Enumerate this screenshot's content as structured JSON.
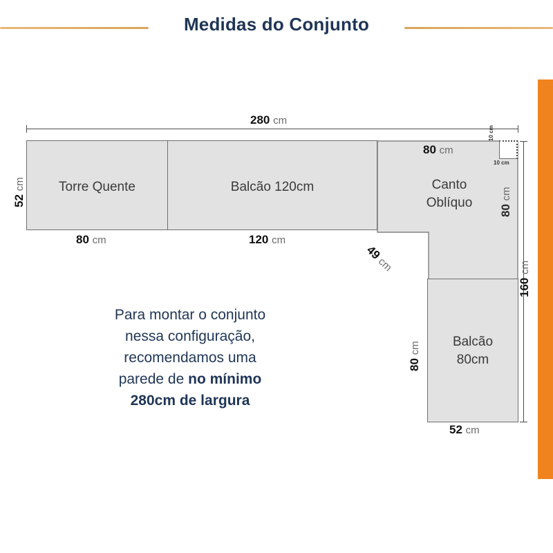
{
  "header": {
    "title": "Medidas do Conjunto",
    "rule_color": "#d9a45c",
    "title_color": "#1f3557"
  },
  "accent": {
    "side_bar_color": "#f0831e"
  },
  "diagram": {
    "unit": "cm",
    "pieces": [
      {
        "id": "torre-quente",
        "label": "Torre Quente",
        "width_cm": 80,
        "depth_cm": 52
      },
      {
        "id": "balcao-120",
        "label": "Balcão 120cm",
        "width_cm": 120,
        "depth_cm": 52
      },
      {
        "id": "canto-obliquo",
        "label_line1": "Canto",
        "label_line2": "Oblíquo",
        "width_cm": 80,
        "depth_cm": 80,
        "diagonal_cm": 49,
        "notch_cm": 10
      },
      {
        "id": "balcao-80",
        "label_line1": "Balcão",
        "label_line2": "80cm",
        "width_cm": 52,
        "depth_cm": 80
      }
    ],
    "dimensions": {
      "total_width": {
        "value": "280",
        "unit": "cm"
      },
      "total_height": {
        "value": "160",
        "unit": "cm"
      },
      "torre_depth": {
        "value": "52",
        "unit": "cm"
      },
      "torre_width": {
        "value": "80",
        "unit": "cm"
      },
      "balcao120_width": {
        "value": "120",
        "unit": "cm"
      },
      "canto_top_width": {
        "value": "80",
        "unit": "cm"
      },
      "canto_right_height": {
        "value": "80",
        "unit": "cm"
      },
      "canto_diagonal": {
        "value": "49",
        "unit": "cm"
      },
      "notch_vertical": {
        "value": "10",
        "unit": "cm"
      },
      "notch_horizontal": {
        "value": "10",
        "unit": "cm"
      },
      "balcao80_height": {
        "value": "80",
        "unit": "cm"
      },
      "balcao80_width": {
        "value": "52",
        "unit": "cm"
      }
    },
    "fill_color": "#e2e2e2",
    "stroke_color": "#6e6e6e"
  },
  "note": {
    "line1": "Para montar o conjunto",
    "line2": "nessa configuração,",
    "line3": "recomendamos uma",
    "line4_prefix": "parede de ",
    "line4_strong": "no mínimo",
    "line5_strong": "280cm de largura",
    "color": "#1f3557"
  }
}
